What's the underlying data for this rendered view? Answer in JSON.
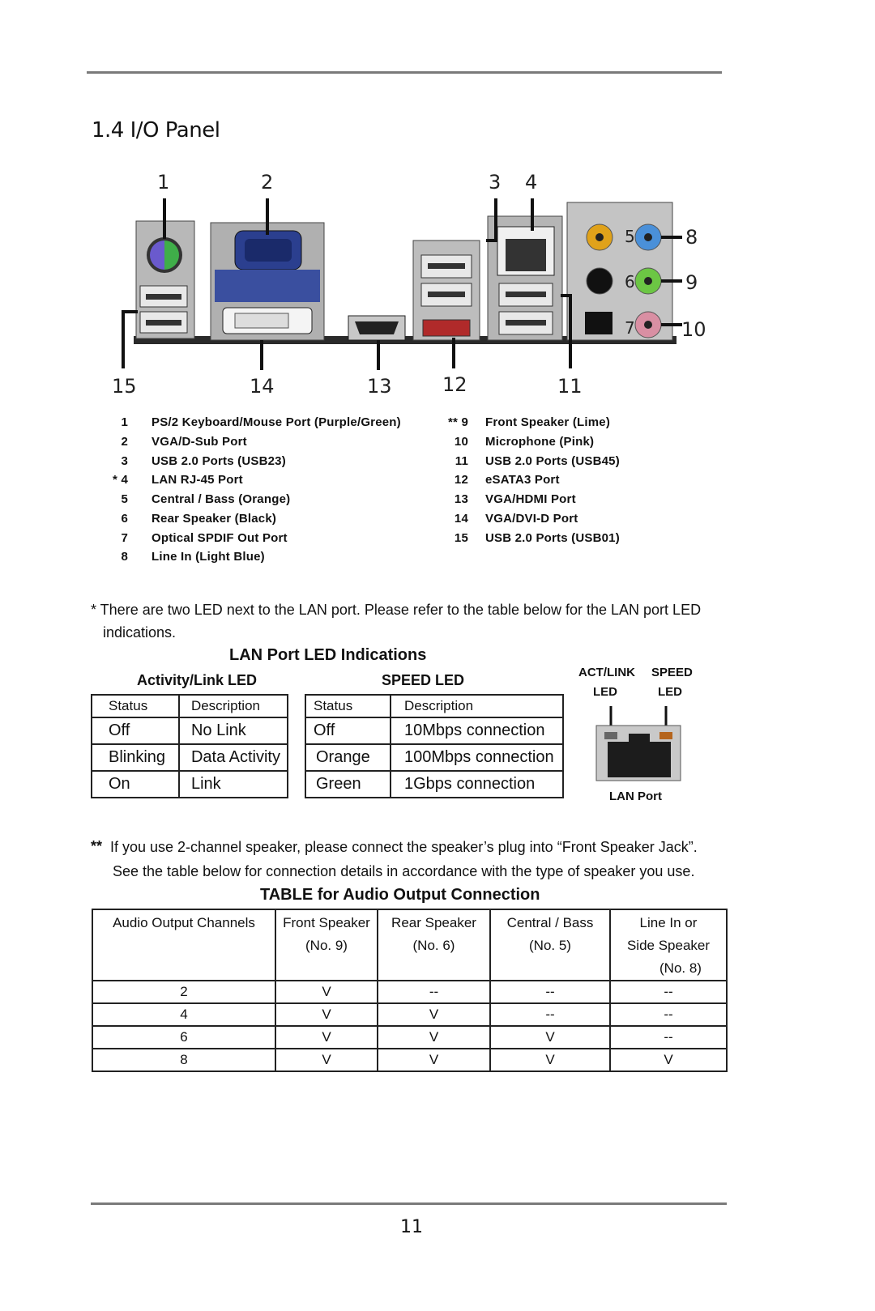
{
  "page": {
    "section_title": "1.4 I/O Panel",
    "page_number": "11"
  },
  "diagram": {
    "callouts_top": [
      "1",
      "2",
      "3",
      "4"
    ],
    "callouts_right": [
      "8",
      "9",
      "10"
    ],
    "callouts_inner": [
      "5",
      "6",
      "7"
    ],
    "callouts_bottom": [
      "15",
      "14",
      "13",
      "12",
      "11"
    ]
  },
  "legend": {
    "left": [
      {
        "num": "1",
        "label": "PS/2  Keyboard/Mouse  Port  (Purple/Green)"
      },
      {
        "num": "2",
        "label": "VGA/D-Sub  Port"
      },
      {
        "num": "3",
        "label": "USB 2.0  Ports  (USB23)"
      },
      {
        "num": "* 4",
        "label": "LAN  RJ-45  Port"
      },
      {
        "num": "5",
        "label": "Central / Bass  (Orange)"
      },
      {
        "num": "6",
        "label": "Rear  Speaker  (Black)"
      },
      {
        "num": "7",
        "label": "Optical  SPDIF  Out  Port"
      },
      {
        "num": "8",
        "label": "Line  In  (Light  Blue)"
      }
    ],
    "right": [
      {
        "num": "** 9",
        "label": "Front  Speaker  (Lime)"
      },
      {
        "num": "10",
        "label": "Microphone  (Pink)"
      },
      {
        "num": "11",
        "label": "USB 2.0  Ports  (USB45)"
      },
      {
        "num": "12",
        "label": "eSATA3  Port"
      },
      {
        "num": "13",
        "label": "VGA/HDMI  Port"
      },
      {
        "num": "14",
        "label": "VGA/DVI-D  Port"
      },
      {
        "num": "15",
        "label": "USB 2.0  Ports  (USB01)"
      }
    ]
  },
  "lan_note": {
    "line1": "* There are two LED next to the LAN port. Please refer to the table below for the LAN port LED",
    "line2": "indications."
  },
  "lan_led": {
    "heading": "LAN Port LED Indications",
    "activity_heading": "Activity/Link LED",
    "speed_heading": "SPEED LED",
    "activity_header": [
      "Status",
      "Description"
    ],
    "activity_rows": [
      [
        "Off",
        "No Link"
      ],
      [
        "Blinking",
        "Data Activity"
      ],
      [
        "On",
        "Link"
      ]
    ],
    "speed_header": [
      "Status",
      "Description"
    ],
    "speed_rows": [
      [
        "Off",
        "10Mbps connection"
      ],
      [
        "Orange",
        "100Mbps connection"
      ],
      [
        "Green",
        "1Gbps connection"
      ]
    ],
    "figure_label_left_1": "ACT/LINK",
    "figure_label_left_2": "LED",
    "figure_label_right_1": "SPEED",
    "figure_label_right_2": "LED",
    "figure_caption": "LAN Port"
  },
  "speaker_note": {
    "marker": "**",
    "line1": "If you use 2-channel speaker, please connect the speaker’s plug into “Front Speaker Jack”.",
    "line2": "See the table below for connection details in accordance with the type of speaker you use."
  },
  "audio_table": {
    "heading": "TABLE for Audio Output  Connection",
    "header": [
      [
        "Audio Output Channels",
        "",
        ""
      ],
      [
        "Front Speaker",
        "(No. 9)",
        ""
      ],
      [
        "Rear Speaker",
        "(No. 6)",
        ""
      ],
      [
        "Central / Bass",
        "(No. 5)",
        ""
      ],
      [
        "Line In or",
        "Side Speaker",
        "(No. 8)"
      ]
    ],
    "rows": [
      [
        "2",
        "V",
        "--",
        "--",
        "--"
      ],
      [
        "4",
        "V",
        "V",
        "--",
        "--"
      ],
      [
        "6",
        "V",
        "V",
        "V",
        "--"
      ],
      [
        "8",
        "V",
        "V",
        "V",
        "V"
      ]
    ]
  },
  "colors": {
    "rule": "#7a7a7a",
    "ps2_purple": "#6a5acd",
    "ps2_green": "#3fae49",
    "vga_blue": "#2b3f8f",
    "jack_orange": "#e0a21a",
    "jack_blue": "#4a90d9",
    "jack_lime": "#6cc644",
    "jack_pink": "#d98fa3",
    "esata_red": "#b02a2a"
  }
}
